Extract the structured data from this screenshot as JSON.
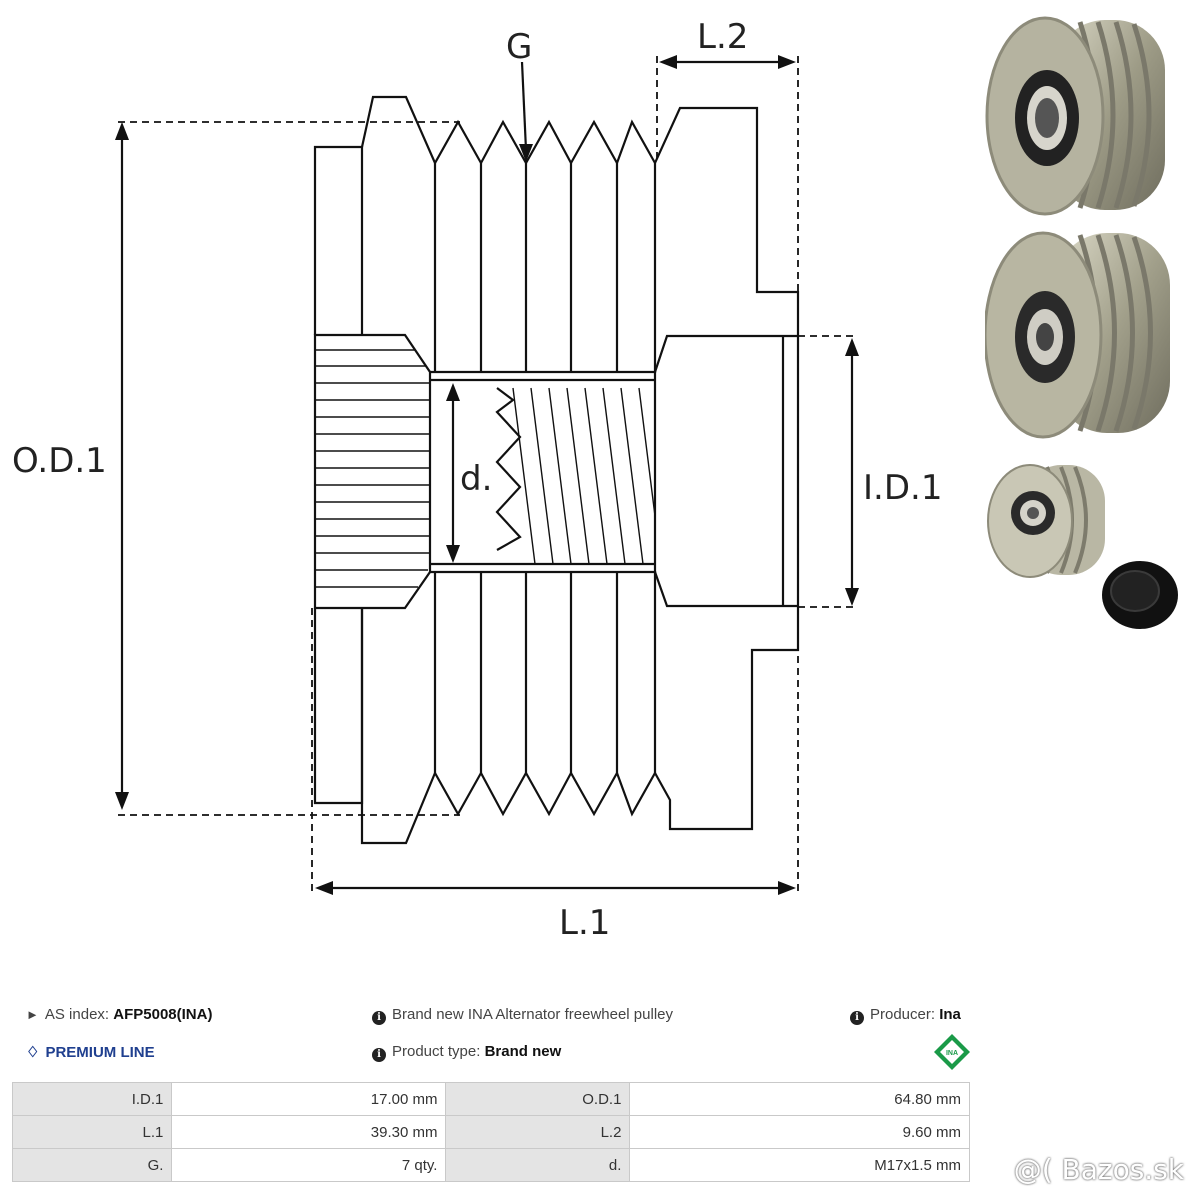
{
  "diagram": {
    "labels": {
      "od1": "O.D.1",
      "id1": "I.D.1",
      "l1": "L.1",
      "l2": "L.2",
      "g": "G",
      "d": "d."
    }
  },
  "info": {
    "as_index_label": "AS index:",
    "as_index_value": "AFP5008(INA)",
    "description": "Brand new INA Alternator freewheel pulley",
    "producer_label": "Producer:",
    "producer_value": "Ina",
    "premium_label": "PREMIUM LINE",
    "product_type_label": "Product type:",
    "product_type_value": "Brand new",
    "producer_logo_text": "INA"
  },
  "specs": [
    [
      {
        "label": "I.D.1",
        "value": "17.00 mm"
      },
      {
        "label": "O.D.1",
        "value": "64.80 mm"
      }
    ],
    [
      {
        "label": "L.1",
        "value": "39.30 mm"
      },
      {
        "label": "L.2",
        "value": "9.60 mm"
      }
    ],
    [
      {
        "label": "G.",
        "value": "7 qty."
      },
      {
        "label": "d.",
        "value": "M17x1.5 mm"
      }
    ]
  ],
  "watermark": "@( Bazos.sk",
  "colors": {
    "premium_blue": "#1f3f8f",
    "ina_green": "#1a9a48",
    "table_label_bg": "#e4e4e4"
  }
}
